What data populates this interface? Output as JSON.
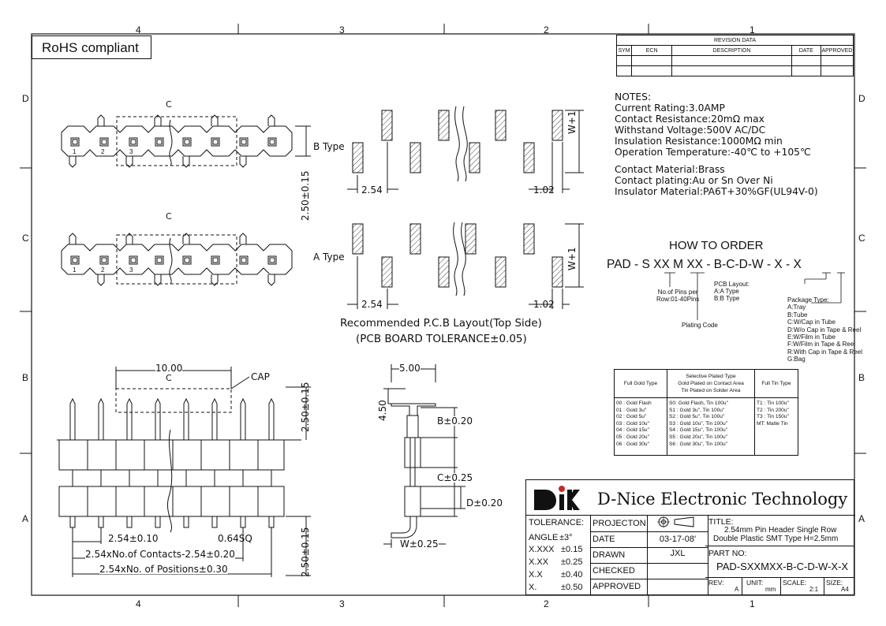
{
  "sheet": {
    "zones_top": [
      "4",
      "3",
      "2",
      "1"
    ],
    "zones_bottom": [
      "4",
      "3",
      "2",
      "1"
    ],
    "rows_left": [
      "D",
      "C",
      "B",
      "A"
    ],
    "rows_right": [
      "D",
      "C",
      "B",
      "A"
    ],
    "rohs_label": "RoHS compliant"
  },
  "revision": {
    "title": "REVISION DATA",
    "headers": [
      "SYM",
      "ECN",
      "DESCRIPTION",
      "DATE",
      "APPROVED"
    ]
  },
  "notes": {
    "heading": "NOTES:",
    "lines": [
      "Current  Rating:3.0AMP",
      "Contact  Resistance:20mΩ  max",
      "Withstand  Voltage:500V  AC/DC",
      "Insulation  Resistance:1000MΩ  min",
      "Operation  Temperature:-40℃  to  +105℃",
      "Contact  Material:Brass",
      "Contact  plating:Au  or  Sn  Over  Ni",
      "Insulator  Material:PA6T+30%GF(UL94V-0)"
    ]
  },
  "order": {
    "title": "HOW TO ORDER",
    "code": "PAD - S XX M XX - B-C-D-W - X - X",
    "pins_label": "No.of Pins per\nRow:01-40Pins",
    "plating_label": "Plating Code",
    "pcb_title": "PCB Layout:",
    "pcb_options": [
      "A:A Type",
      "B:B Type"
    ],
    "package_title": "Package Type:",
    "package_options": [
      "A:Tray",
      "B:Tube",
      "C:W/Cap in Tube",
      "D:W/o Cap in Tape & Reel",
      "E:W/Film in Tube",
      "F:W/Film in Tape & Reel",
      "R:With Cap in Tape & Reel",
      "G:Bag"
    ]
  },
  "plating_table": {
    "headers": [
      "Full Gold Type",
      "Selective Plated Type\nGold Plated on Contact Area\nTin Plated on Solder Area",
      "Full Tin Type"
    ],
    "col1": [
      "00 : Gold Flash",
      "01 : Gold 3u\"",
      "02 : Gold 5u\"",
      "03 : Gold 10u\"",
      "04 : Gold 15u\"",
      "05 : Gold 20u\"",
      "06 : Gold 30u\""
    ],
    "col2": [
      "S0: Gold Flash, Tin 100u\"",
      "S1 : Gold 3u\",  Tin 100u\"",
      "S2 : Gold 5u\",  Tin 100u\"",
      "S3 : Gold 10u\",  Tin 100u\"",
      "S4 : Gold 15u\",  Tin 100u\"",
      "S5 : Gold 20u\",  Tin 100u\"",
      "S6 : Gold 30u\",  Tin 100u\""
    ],
    "col3": [
      "T1 : Tin 100u\"",
      "T2 : Tin 200u\"",
      "T3 : Tin 150u\"",
      "MT: Matte Tin"
    ]
  },
  "pcb_layout": {
    "b_type": "B Type",
    "a_type": "A Type",
    "pitch": "2.54",
    "pad_width": "1.02",
    "pad_length": "W+1",
    "caption1": "Recommended  P.C.B  Layout(Top  Side)",
    "caption2": "(PCB  BOARD  TOLERANCE±0.05)"
  },
  "dims": {
    "height_top": "2.50±0.15",
    "center": "C",
    "width_10": "10.00",
    "cap": "CAP",
    "pitch_tol": "2.54±0.10",
    "pin_sq": "0.64SQ",
    "contacts": "2.54xNo.of  Contacts-2.54±0.20",
    "positions": "2.54xNo.  of  Positions±0.30",
    "side_width": "5.00",
    "side_h": "4.50",
    "b_dim": "B±0.20",
    "c_dim": "C±0.25",
    "d_dim": "D±0.20",
    "w_dim": "W±0.25"
  },
  "title_block": {
    "company": "D-Nice Electronic Technology",
    "tolerance_label": "TOLERANCE:",
    "tolerances": [
      [
        "ANGLE",
        "±3°"
      ],
      [
        "X.XXX",
        "±0.15"
      ],
      [
        "X.XX",
        "±0.25"
      ],
      [
        "X.X",
        "±0.40"
      ],
      [
        "X.",
        "±0.50"
      ]
    ],
    "projection": "PROJECTON",
    "date_label": "DATE",
    "date_value": "03-17-08'",
    "drawn_label": "DRAWN",
    "drawn_value": "JXL",
    "checked_label": "CHECKED",
    "approved_label": "APPROVED",
    "title_label": "TITLE:",
    "title_line1": "2.54mm Pin Header Single Row",
    "title_line2": "Double Plastic SMT Type H=2.5mm",
    "part_label": "PART  NO:",
    "part_value": "PAD-SXXMXX-B-C-D-W-X-X",
    "rev_label": "REV:",
    "rev_value": "A",
    "unit_label": "UNIT:",
    "unit_value": "mm",
    "scale_label": "SCALE:",
    "scale_value": "2:1",
    "size_label": "SIZE:",
    "size_value": "A4"
  }
}
